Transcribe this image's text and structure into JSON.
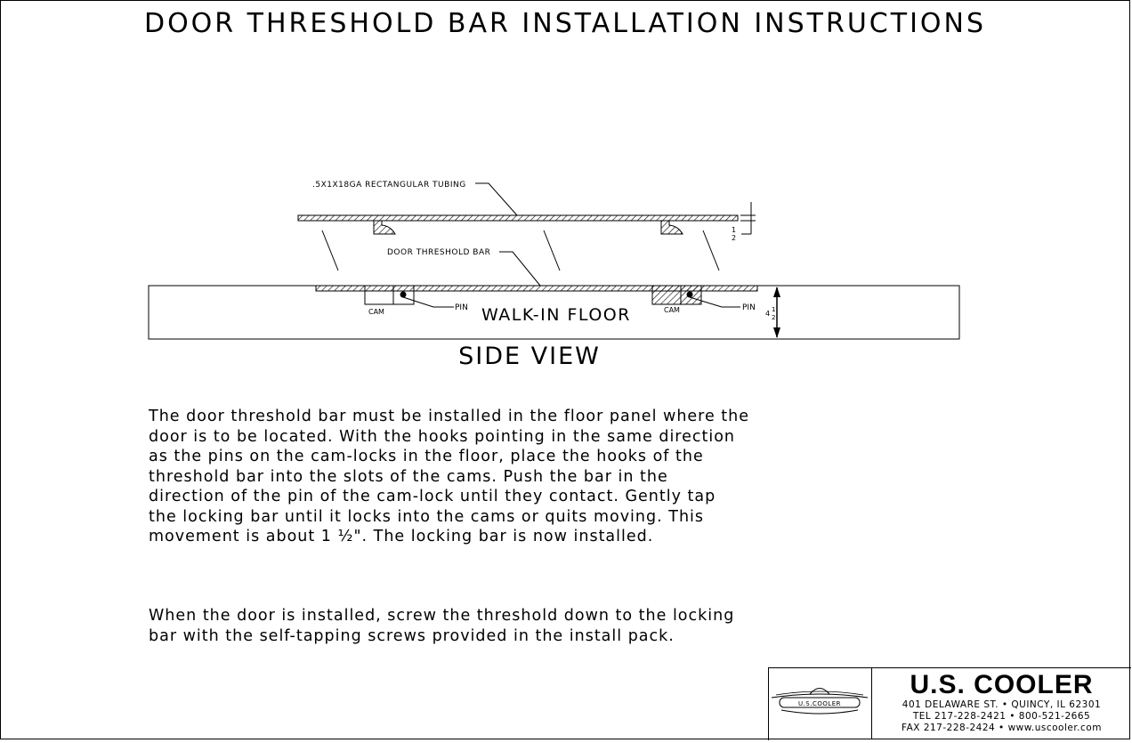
{
  "title": "DOOR THRESHOLD BAR INSTALLATION INSTRUCTIONS",
  "diagram": {
    "tubing_label": ".5X1X18GA RECTANGULAR TUBING",
    "threshold_label": "DOOR THRESHOLD BAR",
    "cam_label": "CAM",
    "pin_label": "PIN",
    "floor_label": "WALK-IN FLOOR",
    "dim_half_whole": "1",
    "dim_half_den": "2",
    "dim_floor_whole": "4",
    "dim_floor_frac": "1",
    "dim_floor_den": "2",
    "view_label": "SIDE VIEW"
  },
  "instructions": {
    "paragraph1": [
      " The door threshold bar must be installed in the floor panel where the",
      "door is to be located.   With the hooks pointing in the same direction",
      "as the pins on the cam-locks in the floor, place the hooks of the",
      "threshold bar into the slots of the cams.  Push the bar in the",
      "direction of the pin of the cam-lock until they contact.  Gently tap",
      "the locking bar until it locks into the cams or quits moving.  This",
      "movement is about 1 ½\".  The locking bar is now installed."
    ],
    "paragraph2": [
      " When the door is installed, screw the threshold down to the locking",
      "bar with the self-tapping screws provided in the install pack."
    ]
  },
  "title_block": {
    "logo_text": "U.S.COOLER",
    "company": "U.S. COOLER",
    "address": "401 DELAWARE ST. • QUINCY, IL 62301",
    "tel": "TEL 217-228-2421 • 800-521-2665",
    "fax": "FAX 217-228-2424 • www.uscooler.com"
  }
}
